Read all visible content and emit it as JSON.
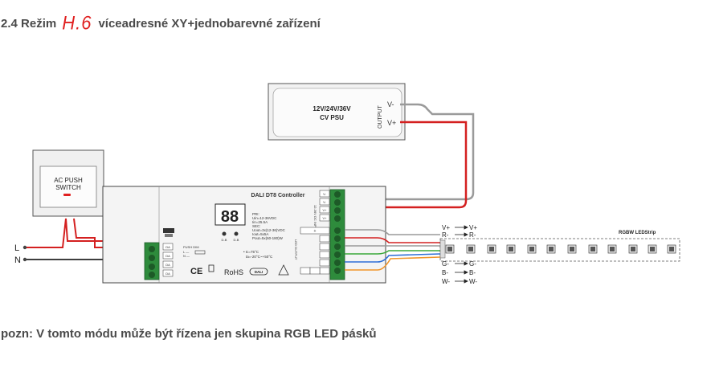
{
  "heading": {
    "section_number": "2.4 Režim",
    "mode_code": "H.6",
    "title": "víceadresné XY+jednobarevné zařízení"
  },
  "psu": {
    "line1": "12V/24V/36V",
    "line2": "CV PSU",
    "output_label": "OUTPUT",
    "v_minus": "V-",
    "v_plus": "V+"
  },
  "switch": {
    "line1": "AC PUSH",
    "line2": "SWITCH"
  },
  "mains": {
    "l": "L",
    "n": "N"
  },
  "controller": {
    "title": "DALI DT8 Controller",
    "display": "88",
    "buttons": [
      "D-B",
      "D-B"
    ],
    "specs": [
      "PRI:",
      "Uin=12-36VDC",
      "Iin=25.5A",
      "SEC:",
      "Uout=3x(12-36)VDC",
      "Iout=5x5A",
      "Pout=5x(60-180)W"
    ],
    "temps": [
      "• tc=75°C",
      "ta=-20°C~+50°C"
    ],
    "left_terminals": [
      "DA",
      "DA",
      "DA",
      "DA"
    ],
    "push_label": "PUSH DIM",
    "push_rows": [
      "L —",
      "N —"
    ],
    "input_vertical": "12-36V DC INPUT",
    "output_vertical": "LED OUTPUT",
    "input_terminals": [
      "V-",
      "V-",
      "V+",
      "V+"
    ],
    "output_terminals": [
      "+",
      "",
      "",
      "",
      "",
      "",
      ""
    ],
    "marks": [
      "CE",
      "RoHS",
      "DALI"
    ]
  },
  "strip": {
    "title": "RGBW LEDStrip",
    "labels_left": [
      "V+",
      "R-",
      "G-",
      "B-",
      "W-"
    ],
    "labels_right": [
      "V+",
      "R-",
      "G-",
      "B-",
      "W-"
    ]
  },
  "note": "pozn: V tomto módu může být řízena jen skupina RGB LED pásků",
  "colors": {
    "accent_red": "#e02020",
    "wire_gray": "#9a9a9a",
    "wire_red": "#d42020",
    "wire_green": "#3aa83a",
    "wire_blue": "#2f6fd6",
    "wire_orange": "#f0952a",
    "terminal_green": "#2e8b3c"
  }
}
